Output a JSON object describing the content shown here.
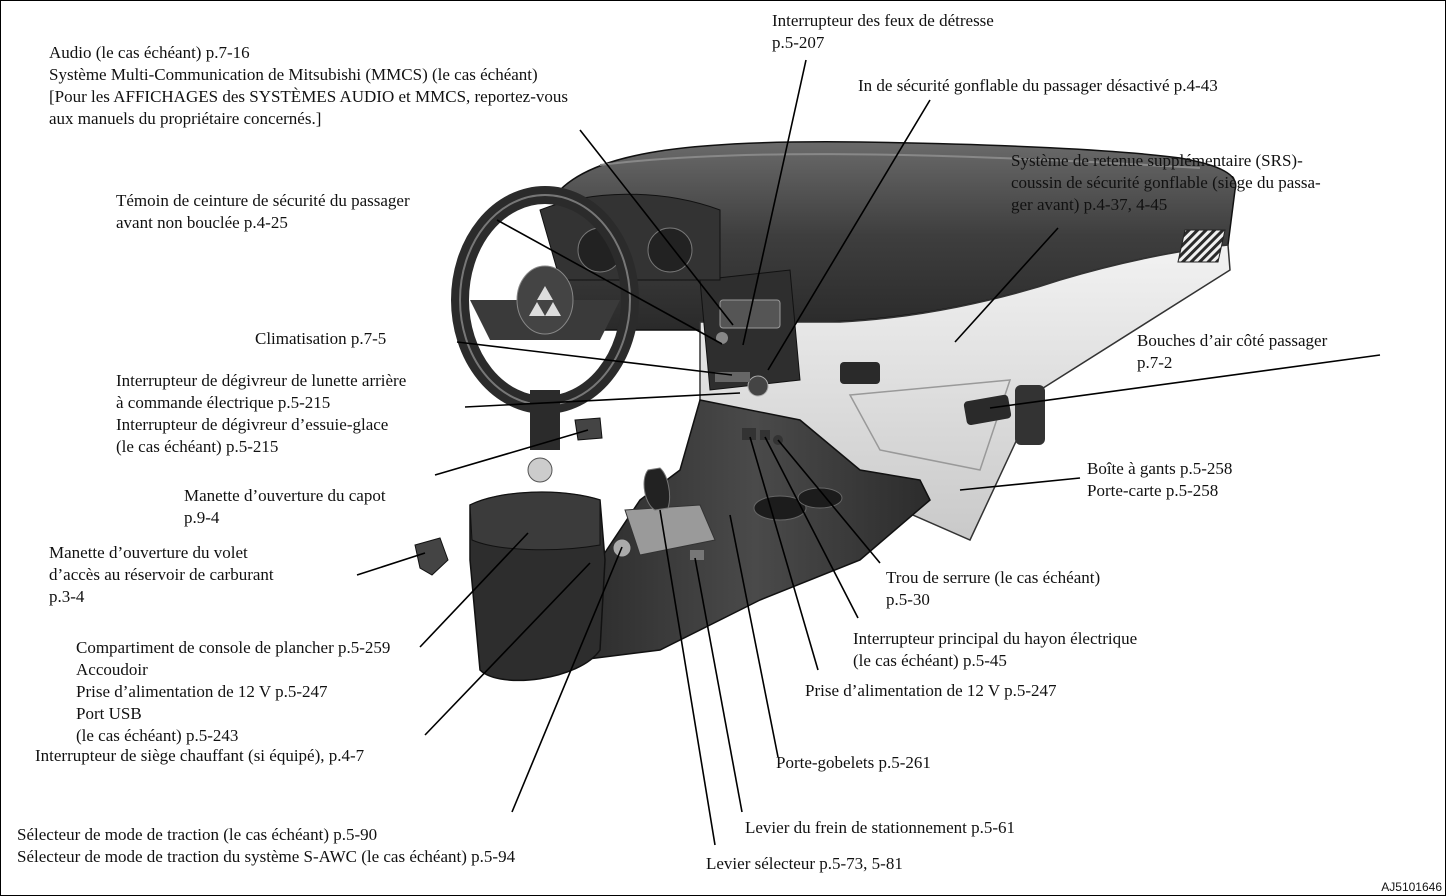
{
  "labels": {
    "audio": [
      "Audio (le cas échéant) p.7-16",
      "Système Multi-Communication de Mitsubishi (MMCS) (le cas échéant)",
      "[Pour les AFFICHAGES des SYSTÈMES AUDIO et MMCS, reportez-vous",
      "aux manuels du propriétaire concernés.]"
    ],
    "hazard": [
      "Interrupteur des feux de détresse",
      "p.5-207"
    ],
    "airbag_off": [
      "In de sécurité gonflable du passager désactivé p.4-43"
    ],
    "seatbelt": [
      "Témoin de ceinture de sécurité du passager",
      "avant non bouclée p.4-25"
    ],
    "srs": [
      "Système de retenue supplémentaire (SRS)-",
      "coussin de sécurité gonflable (siège du passa-",
      "ger avant) p.4-37, 4-45"
    ],
    "climatisation": [
      "Climatisation p.7-5"
    ],
    "vents": [
      "Bouches d’air côté passager",
      "p.7-2"
    ],
    "defroster": [
      "Interrupteur de dégivreur de lunette arrière",
      "à commande électrique p.5-215",
      "Interrupteur de dégivreur d’essuie-glace",
      "(le cas échéant) p.5-215"
    ],
    "glovebox": [
      "Boîte à gants p.5-258",
      "Porte-carte p.5-258"
    ],
    "hood": [
      "Manette d’ouverture du capot",
      "p.9-4"
    ],
    "fuel": [
      "Manette d’ouverture du volet",
      "d’accès au réservoir de carburant",
      "p.3-4"
    ],
    "keyhole": [
      "Trou de serrure (le cas échéant)",
      "p.5-30"
    ],
    "console": [
      "Compartiment de console de plancher p.5-259",
      "Accoudoir",
      "Prise d’alimentation de 12 V p.5-247",
      "Port USB",
      "(le cas échéant) p.5-243"
    ],
    "tailgate": [
      "Interrupteur principal du hayon électrique",
      "(le cas échéant) p.5-45"
    ],
    "power_outlet": [
      "Prise d’alimentation de 12 V p.5-247"
    ],
    "seat_heater": [
      "Interrupteur de siège chauffant (si équipé), p.4-7"
    ],
    "cupholder": [
      "Porte-gobelets p.5-261"
    ],
    "parking_brake": [
      "Levier du frein de stationnement p.5-61"
    ],
    "drive_mode": [
      "Sélecteur de mode de traction (le cas échéant) p.5-90",
      "Sélecteur de mode de traction du système S-AWC (le cas échéant) p.5-94"
    ],
    "selector": [
      "Levier sélecteur p.5-73, 5-81"
    ]
  },
  "figure_code": "AJ5101646"
}
